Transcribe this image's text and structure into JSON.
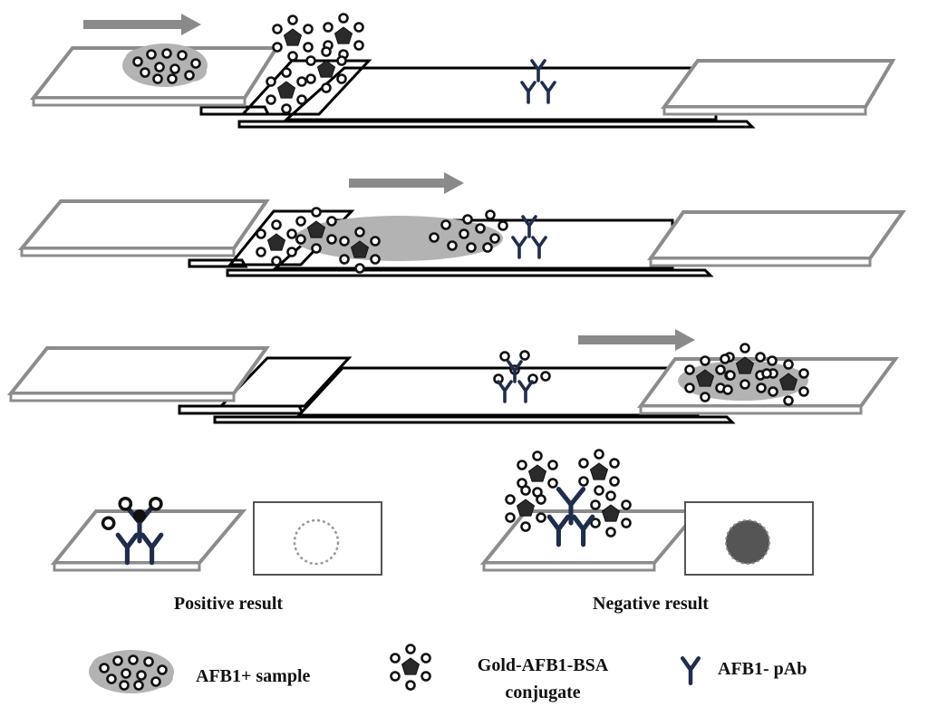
{
  "results": {
    "positive": "Positive result",
    "negative": "Negative result"
  },
  "legend": {
    "sample": "AFB1+ sample",
    "conjugate_line1": "Gold-AFB1-BSA",
    "conjugate_line2": "conjugate",
    "antibody": "AFB1- pAb"
  },
  "icons": {
    "sample": "afb1-sample-cluster-icon",
    "conjugate": "gold-afb1-bsa-conjugate-icon",
    "antibody": "afb1-pab-antibody-icon",
    "flow_arrow": "flow-arrow-icon"
  },
  "colors": {
    "pad_stroke": "#8c8c8c",
    "strip_stroke": "#000000",
    "arrow": "#8a8a8a",
    "sample_cloud": "#b3b3b3",
    "antibody": "#1f2d4d",
    "conjugate_core": "#2a2a2a",
    "positive_spot_dashed": "#9a9a9a",
    "negative_spot": "#555555"
  }
}
